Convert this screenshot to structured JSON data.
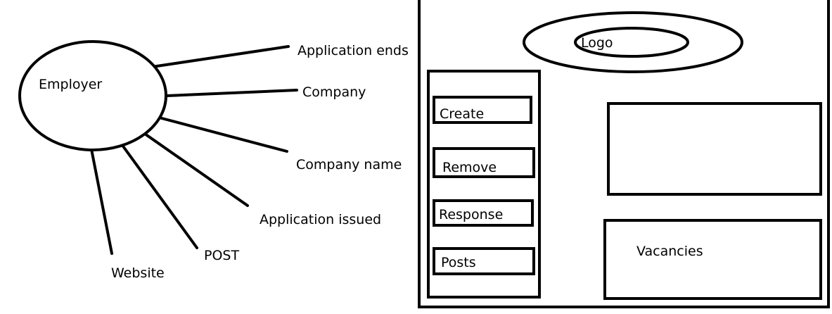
{
  "entity_diagram": {
    "center": "Employer",
    "attributes": [
      "Application ends",
      "Company",
      "Company name",
      "Application issued",
      "POST",
      "Website"
    ]
  },
  "wireframe": {
    "logo": "Logo",
    "menu": [
      "Create",
      "Remove",
      "Response",
      "Posts"
    ],
    "panels": {
      "top": "",
      "bottom": "Vacancies"
    }
  },
  "colors": {
    "stroke": "#000000",
    "background": "#ffffff"
  }
}
